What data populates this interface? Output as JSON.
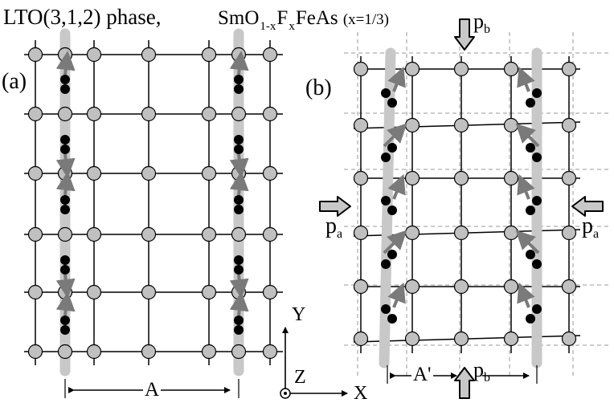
{
  "title": "LTO(3,1,2) phase,",
  "compound": {
    "base": "SmO",
    "sub1": "1-x",
    "mid": "F",
    "sub2": "x",
    "tail": "FeAs",
    "x_eq": "(x=1/3)"
  },
  "panel_a": {
    "label": "(a)",
    "dimension_label": "A"
  },
  "panel_b": {
    "label": "(b)",
    "dimension_label": "A'",
    "pressure_a": {
      "symbol": "p",
      "subscript": "a"
    },
    "pressure_b": {
      "symbol": "p",
      "subscript": "b"
    }
  },
  "axes": {
    "x": "X",
    "y": "Y",
    "z": "Z"
  },
  "colors": {
    "node_fill": "#c0c0c0",
    "stripe": "#c8c8c8",
    "arrow": "#7a7a7a",
    "dot": "#000000",
    "dashed_grid": "#9a9a9a"
  }
}
